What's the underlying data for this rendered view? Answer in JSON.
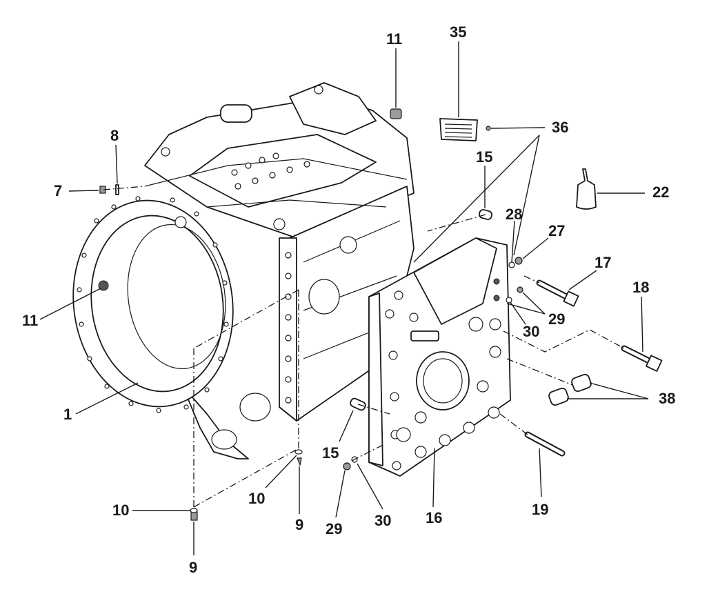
{
  "callouts": {
    "c1": "1",
    "c7": "7",
    "c8": "8",
    "c9a": "9",
    "c9b": "9",
    "c10a": "10",
    "c10b": "10",
    "c11a": "11",
    "c11b": "11",
    "c15a": "15",
    "c15b": "15",
    "c16": "16",
    "c17": "17",
    "c18": "18",
    "c19": "19",
    "c22": "22",
    "c27": "27",
    "c28": "28",
    "c29a": "29",
    "c29b": "29",
    "c30a": "30",
    "c30b": "30",
    "c35": "35",
    "c36": "36",
    "c38": "38"
  }
}
